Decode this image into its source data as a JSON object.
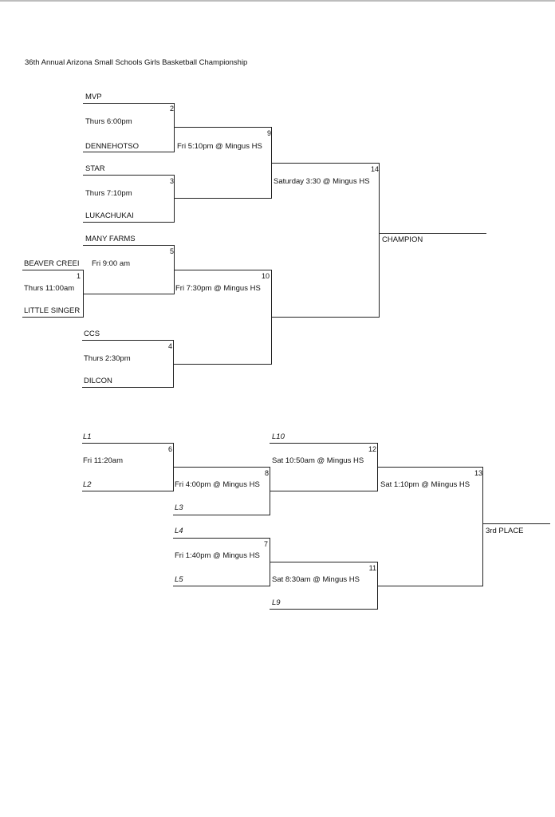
{
  "title": "36th Annual Arizona Small Schools Girls Basketball Championship",
  "championship_bracket": {
    "teams": {
      "mvp": "MVP",
      "dennehotso": "DENNEHOTSO",
      "star": "STAR",
      "lukachukai": "LUKACHUKAI",
      "many_farms": "MANY FARMS",
      "beaver_creek": "BEAVER CREEI",
      "little_singer": "LITTLE SINGER",
      "ccs": "CCS",
      "dilcon": "DILCON"
    },
    "games": [
      {
        "number": "1",
        "time": "Thurs 11:00am"
      },
      {
        "number": "2",
        "time": "Thurs 6:00pm"
      },
      {
        "number": "3",
        "time": "Thurs 7:10pm"
      },
      {
        "number": "4",
        "time": "Thurs 2:30pm"
      },
      {
        "number": "5",
        "time": "Fri 9:00 am"
      },
      {
        "number": "9",
        "time": "Fri 5:10pm @ Mingus HS"
      },
      {
        "number": "10",
        "time": "Fri 7:30pm @ Mingus HS"
      },
      {
        "number": "14",
        "time": "Saturday 3:30 @ Mingus HS"
      }
    ],
    "result_label": "CHAMPION"
  },
  "consolation_bracket": {
    "slots": {
      "l1": "L1",
      "l2": "L2",
      "l3": "L3",
      "l4": "L4",
      "l5": "L5",
      "l9": "L9",
      "l10": "L10"
    },
    "games": [
      {
        "number": "6",
        "time": "Fri 11:20am"
      },
      {
        "number": "7",
        "time": "Fri 1:40pm @ Mingus HS"
      },
      {
        "number": "8",
        "time": "Fri 4:00pm @ Mingus HS"
      },
      {
        "number": "11",
        "time": "Sat 8:30am @ Mingus HS"
      },
      {
        "number": "12",
        "time": "Sat 10:50am @ Mingus HS"
      },
      {
        "number": "13",
        "time": "Sat 1:10pm @ Miingus HS"
      }
    ],
    "result_label": "3rd PLACE"
  }
}
